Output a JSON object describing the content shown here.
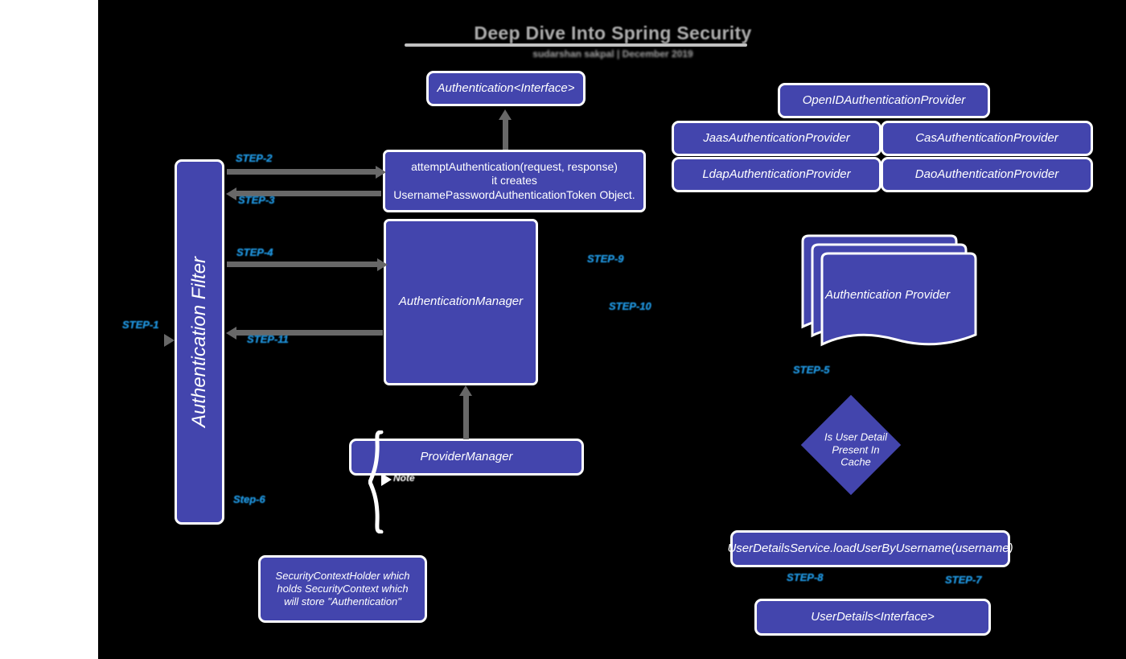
{
  "header": {
    "title": "Deep Dive Into Spring Security",
    "subtitle": "sudarshan sakpal | December 2019"
  },
  "colors": {
    "node_fill": "#4345ad",
    "node_border": "#ffffff",
    "arrow": "#686868",
    "step_label": "#1f90d8",
    "canvas": "#000000",
    "title": "#adadad"
  },
  "nodes": {
    "authentication_interface": "Authentication<Interface>",
    "attempt_authentication": "attemptAuthentication(request, response)\nit creates UsernamePasswordAuthenticationToken Object.",
    "authentication_filter": "Authentication Filter",
    "authentication_manager": "AuthenticationManager",
    "provider_manager": "ProviderManager",
    "security_context_holder": "SecurityContextHolder which holds SecurityContext which will store \"Authentication\"",
    "authentication_provider_stack": "Authentication Provider",
    "decision_cache": "Is User Detail\nPresent In\nCache",
    "user_details_service": "UserDetailsService.loadUserByUsername(username)",
    "user_details_interface": "UserDetails<Interface>"
  },
  "providers": [
    {
      "label": "OpenIDAuthenticationProvider"
    },
    {
      "label": "JaasAuthenticationProvider"
    },
    {
      "label": "CasAuthenticationProvider"
    },
    {
      "label": "LdapAuthenticationProvider"
    },
    {
      "label": "DaoAuthenticationProvider"
    }
  ],
  "steps": {
    "s1": "STEP-1",
    "s2": "STEP-2",
    "s3": "STEP-3",
    "s4": "STEP-4",
    "s5": "STEP-5",
    "s6": "Step-6",
    "s7": "STEP-7",
    "s8": "STEP-8",
    "s9": "STEP-9",
    "s10": "STEP-10",
    "s11": "STEP-11",
    "note": "Note"
  }
}
